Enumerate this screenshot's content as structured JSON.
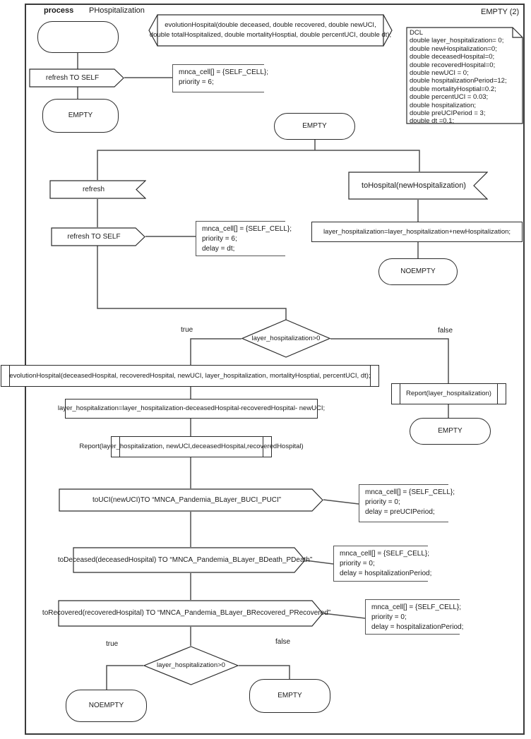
{
  "header": {
    "process_label": "process",
    "process_name": "PHospitalization",
    "state_ref": "EMPTY (2)"
  },
  "declaration": {
    "line1": "evolutionHospital(double deceased, double recovered, double newUCI,",
    "line2": "double totalHospitalized, double mortalityHosptial, double percentUCI, double dt);"
  },
  "dcl_lines": [
    "DCL",
    "double layer_hospitalization= 0;",
    "double newHospitalization=0;",
    "double deceasedHospital=0;",
    "double recoveredHospital=0;",
    "double newUCI = 0;",
    "double hospitalizationPeriod=12;",
    "double mortalityHosptial=0.2;",
    "double percentUCI = 0.03;",
    "double hospitalization;",
    "double preUCIPeriod = 3;",
    "double dt =0.1;"
  ],
  "states": {
    "empty": "EMPTY",
    "noempty": "NOEMPTY"
  },
  "signals": {
    "refresh_to_self": "refresh TO SELF",
    "refresh": "refresh",
    "to_hospital": "toHospital(newHospitalization)",
    "to_uci": "toUCI(newUCI)TO “MNCA_Pandemia_BLayer_BUCI_PUCI”",
    "to_deceased": "toDeceased(deceasedHospital) TO “MNCA_Pandemia_BLayer_BDeath_PDeath”",
    "to_recovered": "toRecovered(recoveredHospital) TO “MNCA_Pandemia_BLayer_BRecovered_PRecovered”"
  },
  "tasks": {
    "add": "layer_hospitalization=layer_hospitalization+newHospitalization;",
    "subtract": "layer_hospitalization=layer_hospitalization-deceasedHospital-recoveredHospital- newUCI;"
  },
  "procedures": {
    "evolution_call": "evolutionHospital(deceasedHospital, recoveredHospital, newUCI, layer_hospitalization, mortalityHosptial, percentUCI, dt);",
    "report_full": "Report(layer_hospitalization, newUCI,deceasedHospital,recoveredHospital)",
    "report_simple": "Report(layer_hospitalization)"
  },
  "decisions": {
    "condition": "layer_hospitalization>0",
    "true_label": "true",
    "false_label": "false"
  },
  "comments": {
    "c1": [
      "mnca_cell[] = {SELF_CELL};",
      "priority = 6;"
    ],
    "c2": [
      "mnca_cell[] = {SELF_CELL};",
      "priority = 6;",
      "delay = dt;"
    ],
    "c3": [
      "mnca_cell[] = {SELF_CELL};",
      "priority = 0;",
      "delay = preUCIPeriod;"
    ],
    "c4": [
      "mnca_cell[] = {SELF_CELL};",
      "priority = 0;",
      "delay = hospitalizationPeriod;"
    ],
    "c5": [
      "mnca_cell[] = {SELF_CELL};",
      "priority = 0;",
      "delay = hospitalizationPeriod;"
    ]
  },
  "colors": {
    "line": "#4f4f4f",
    "shape_border": "#2b2b2b",
    "text": "#1a1a1a",
    "background": "#ffffff"
  }
}
